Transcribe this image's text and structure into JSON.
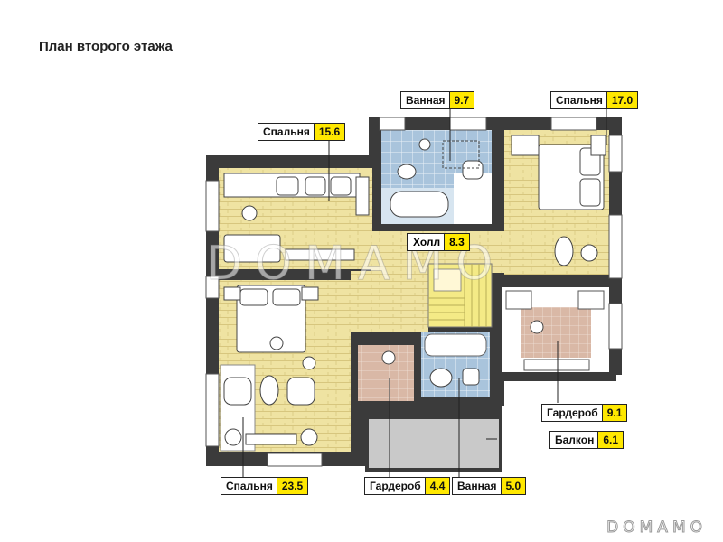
{
  "title": "План второго этажа",
  "rooms": {
    "bathroom_top": {
      "name": "Ванная",
      "area": "9.7"
    },
    "bedroom_right": {
      "name": "Спальня",
      "area": "17.0"
    },
    "bedroom_top_left": {
      "name": "Спальня",
      "area": "15.6"
    },
    "hall": {
      "name": "Холл",
      "area": "8.3"
    },
    "wardrobe_right": {
      "name": "Гардероб",
      "area": "9.1"
    },
    "balcony": {
      "name": "Балкон",
      "area": "6.1"
    },
    "bedroom_bottom_left": {
      "name": "Спальня",
      "area": "23.5"
    },
    "wardrobe_bottom": {
      "name": "Гардероб",
      "area": "4.4"
    },
    "bathroom_bottom": {
      "name": "Ванная",
      "area": "5.0"
    }
  },
  "watermark": "DOMAMO",
  "colors": {
    "floor_wood": "#efe3a2",
    "tile_blue": "#a9c4dc",
    "wardrobe_floor": "#d9b8a6",
    "wall": "#3b3b3b",
    "label_highlight": "#ffe800",
    "balcony": "#c9c9c9"
  }
}
